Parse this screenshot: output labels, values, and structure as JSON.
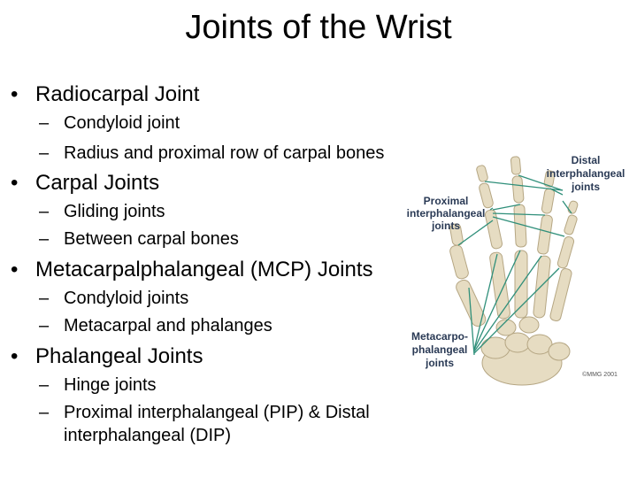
{
  "title": "Joints of the Wrist",
  "sections": [
    {
      "heading": "Radiocarpal Joint",
      "items": [
        "Condyloid joint",
        "Radius and proximal row of carpal bones"
      ]
    },
    {
      "heading": "Carpal Joints",
      "items": [
        "Gliding joints",
        "Between carpal bones"
      ]
    },
    {
      "heading": "Metacarpalphalangeal (MCP) Joints",
      "items": [
        "Condyloid joints",
        "Metacarpal and phalanges"
      ]
    },
    {
      "heading": "Phalangeal Joints",
      "items": [
        "Hinge joints",
        "Proximal interphalangeal (PIP) & Distal",
        "interphalangeal (DIP)"
      ]
    }
  ],
  "bullet_char": "•",
  "dash_char": "–",
  "figure": {
    "label_distal": [
      "Distal",
      "interphalangeal",
      "joints"
    ],
    "label_proximal": [
      "Proximal",
      "interphalangeal",
      "joints"
    ],
    "label_mcp": [
      "Metacarpo-",
      "phalangeal",
      "joints"
    ],
    "copyright": "©MMG 2001",
    "colors": {
      "bone": "#e6dcc2",
      "bone_shade": "#c9bb98",
      "pointer": "#2f8f7a",
      "label": "#2a3a55"
    }
  }
}
